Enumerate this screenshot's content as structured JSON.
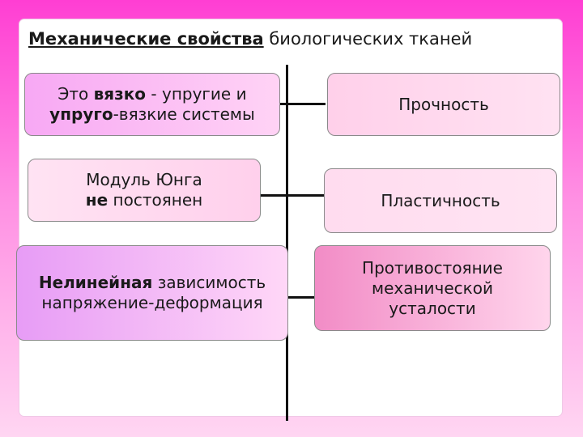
{
  "title": {
    "bold": "Механические свойства",
    "rest": " биологических тканей"
  },
  "left": [
    {
      "pre": "Это ",
      "bold": "вязко",
      "mid": " - упругие и",
      "bold2": "упруго",
      "post": "-вязкие системы"
    },
    {
      "line1": "Модуль Юнга",
      "bold": "не",
      "post": " постоянен"
    },
    {
      "bold": "Нелинейная",
      "post": " зависимость",
      "line2": "напряжение-деформация"
    }
  ],
  "right": [
    {
      "label": "Прочность"
    },
    {
      "label": "Пластичность"
    },
    {
      "line1": "Противостояние",
      "line2": "механической",
      "line3": "усталости"
    }
  ]
}
